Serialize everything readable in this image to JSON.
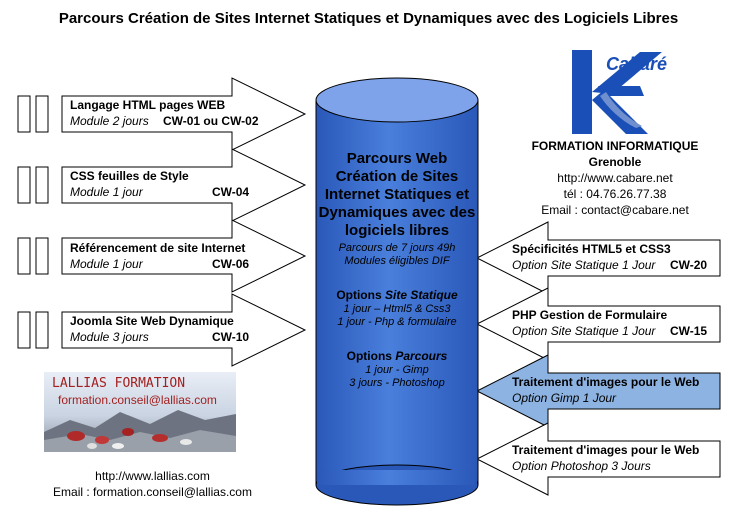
{
  "title": "Parcours Création de Sites Internet Statiques et Dynamiques avec des Logiciels Libres",
  "left_modules": [
    {
      "title": "Langage HTML pages WEB",
      "sub": "Module 2 jours",
      "code": "CW-01 ou CW-02"
    },
    {
      "title": "CSS feuilles de Style",
      "sub": "Module 1 jour",
      "code": "CW-04"
    },
    {
      "title": "Référencement de site Internet",
      "sub": "Module 1 jour",
      "code": "CW-06"
    },
    {
      "title": "Joomla Site Web Dynamique",
      "sub": "Module 3 jours",
      "code": "CW-10"
    }
  ],
  "right_modules": [
    {
      "title": "Spécificités HTML5 et CSS3",
      "sub": "Option Site Statique 1 Jour",
      "code": "CW-20"
    },
    {
      "title": "PHP Gestion de Formulaire",
      "sub": "Option Site Statique 1 Jour",
      "code": "CW-15"
    },
    {
      "title": "Traitement d'images pour le Web",
      "sub": "Option Gimp 1 Jour",
      "code": ""
    },
    {
      "title": "Traitement d'images pour le Web",
      "sub": "Option Photoshop 3 Jours",
      "code": ""
    }
  ],
  "cylinder": {
    "title": "Parcours Web Création de Sites Internet Statiques et Dynamiques avec des logiciels libres",
    "duration": "Parcours de 7 jours 49h",
    "dif": "Modules éligibles DIF",
    "static_label": "Options ",
    "static_em": "Site Statique",
    "static_1": "1 jour – Html5 & Css3",
    "static_2": "1 jour  - Php & formulaire",
    "parcours_label": "Options ",
    "parcours_em": "Parcours",
    "parcours_1": "1 jour - Gimp",
    "parcours_2": "3 jours  - Photoshop"
  },
  "cabare": {
    "logo_k": "K",
    "logo_name": "Cabaré",
    "formation": "FORMATION INFORMATIQUE",
    "city": "Grenoble",
    "url": "http://www.cabare.net",
    "tel": "tél : 04.76.26.77.38",
    "email": "Email :  contact@cabare.net"
  },
  "lallias": {
    "name": "LALLIAS FORMATION",
    "mail": "formation.conseil@lallias.com",
    "url": "http://www.lallias.com",
    "email": "Email :  formation.conseil@lallias.com"
  },
  "colors": {
    "cylinder": "#3d6fd0",
    "cylinder_top": "#7ea3ea",
    "highlight_arrow": "#8db3e2",
    "cabare_blue": "#1a4fb8",
    "lallias_red": "#a32020"
  }
}
